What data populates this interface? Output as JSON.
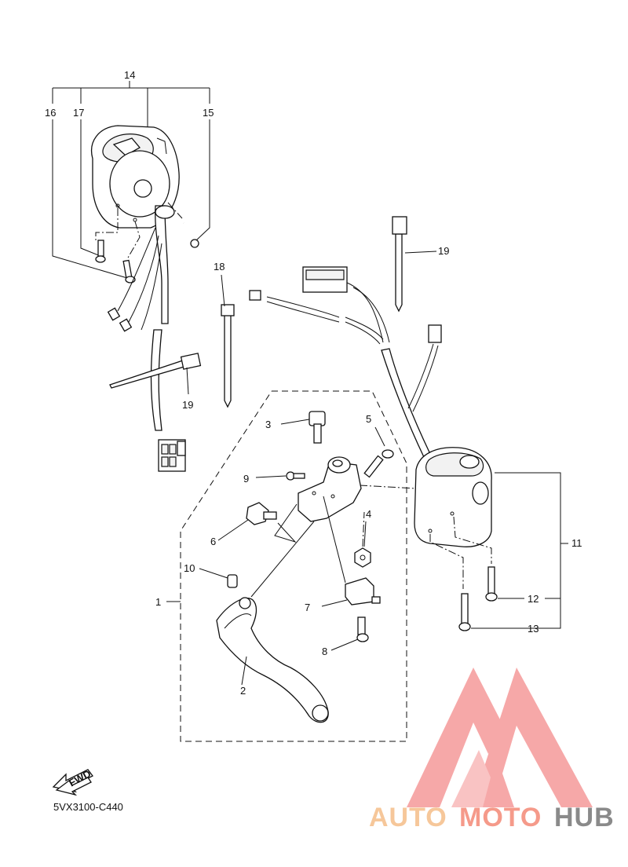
{
  "diagram": {
    "code": "5VX3100-C440",
    "fwd_label": "FWD",
    "callouts": {
      "c1": "1",
      "c2": "2",
      "c3": "3",
      "c4": "4",
      "c5": "5",
      "c6": "6",
      "c7": "7",
      "c8": "8",
      "c9": "9",
      "c10": "10",
      "c11": "11",
      "c12": "12",
      "c13": "13",
      "c14": "14",
      "c15": "15",
      "c16": "16",
      "c17": "17",
      "c18": "18",
      "c19a": "19",
      "c19b": "19"
    }
  },
  "watermark": {
    "part1": "AUTO",
    "part2": "MOTO",
    "part3": "HUB",
    "color_light": "#f6c79a",
    "color_mid": "#f59a8a",
    "color_dark": "#8a8a8a",
    "logo_color": "#f48c8c"
  }
}
